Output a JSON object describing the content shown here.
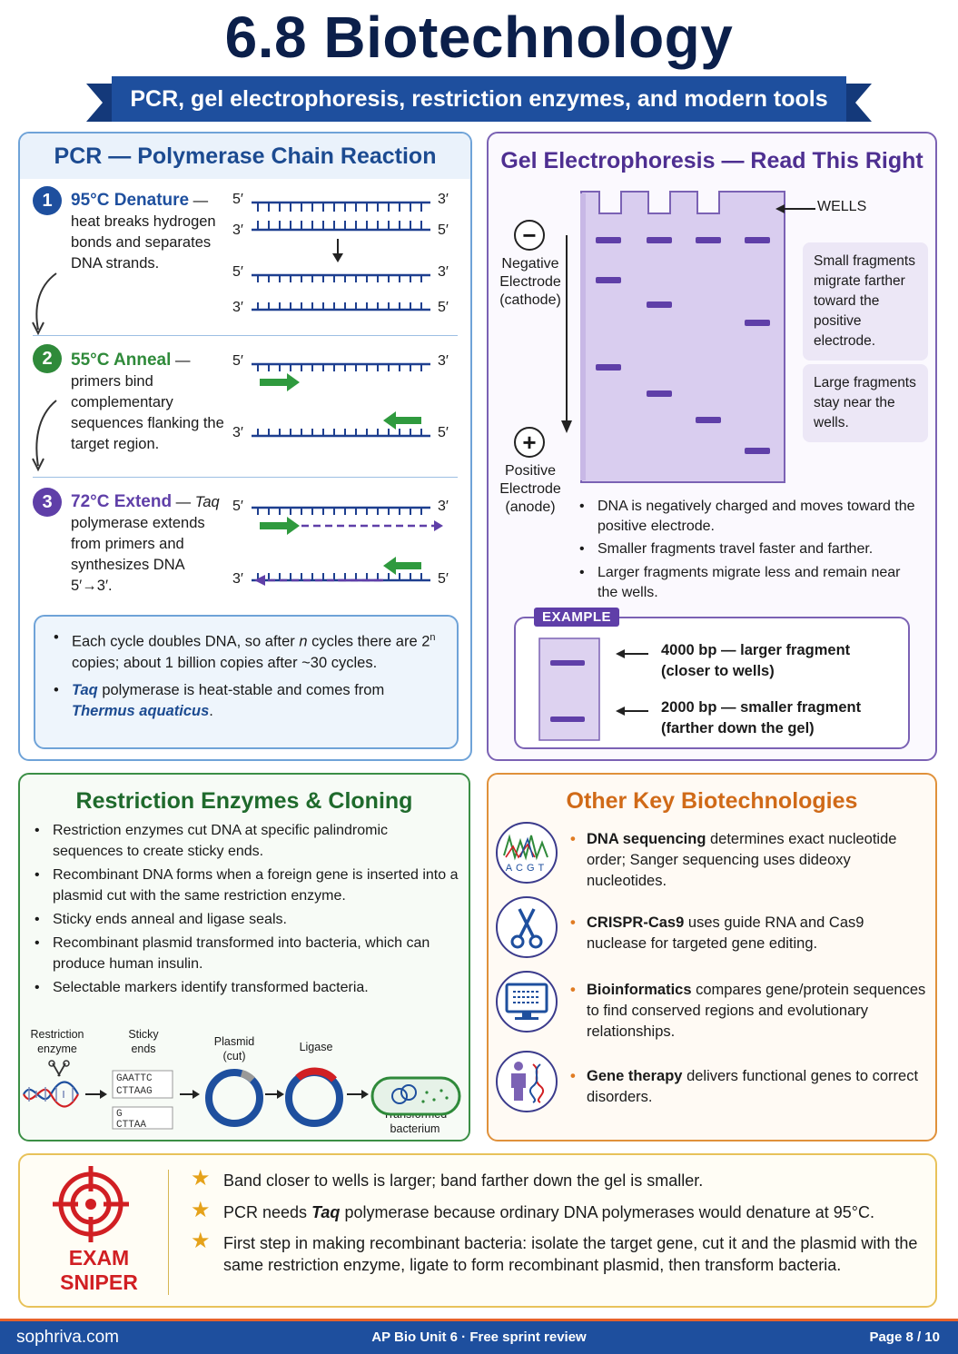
{
  "title": "6.8 Biotechnology",
  "subtitle": "PCR, gel electrophoresis, restriction enzymes, and modern tools",
  "pcr": {
    "heading": "PCR — Polymerase Chain Reaction",
    "steps": [
      {
        "num": "1",
        "head": "95°C Denature",
        "text": "heat breaks hydrogen bonds and separates DNA strands."
      },
      {
        "num": "2",
        "head": "55°C Anneal",
        "text": "primers bind complementary sequences flanking the target region."
      },
      {
        "num": "3",
        "head": "72°C Extend",
        "text_it": "Taq",
        "text": "polymerase extends from primers and synthesizes DNA 5′→3′."
      }
    ],
    "strand_labels": {
      "five": "5′",
      "three": "3′"
    },
    "info": {
      "b1_pre": "Each cycle doubles DNA, so after",
      "b1_n": "n",
      "b1_mid": "cycles there are 2",
      "b1_sup": "n",
      "b1_post": "copies; about 1 billion copies after ~30 cycles.",
      "b2_taq": "Taq",
      "b2_mid": "polymerase is heat-stable and comes from",
      "b2_org": "Thermus aquaticus",
      "b2_end": "."
    }
  },
  "gel": {
    "heading": "Gel Electrophoresis — Read This Right",
    "wells_label": "WELLS",
    "neg_symbol": "−",
    "neg_label": "Negative Electrode (cathode)",
    "pos_symbol": "+",
    "pos_label": "Positive Electrode (anode)",
    "note_small": "Small fragments migrate farther toward the positive electrode.",
    "note_large": "Large fragments stay near the wells.",
    "bullets": [
      "DNA is negatively charged and moves toward the positive electrode.",
      "Smaller fragments travel faster and farther.",
      "Larger fragments migrate less and remain near the wells."
    ],
    "example": {
      "tag": "EXAMPLE",
      "line1a": "4000 bp — larger fragment",
      "line1b": "(closer to wells)",
      "line2a": "2000 bp — smaller fragment",
      "line2b": "(farther down the gel)"
    }
  },
  "restriction": {
    "heading": "Restriction Enzymes & Cloning",
    "bullets": [
      "Restriction enzymes cut DNA at specific palindromic sequences to create sticky ends.",
      "Recombinant DNA forms when a foreign gene is inserted into a plasmid cut with the same restriction enzyme.",
      "Sticky ends anneal and ligase seals.",
      "Recombinant plasmid transformed into bacteria, which can produce human insulin.",
      "Selectable markers identify transformed bacteria."
    ],
    "diagram": {
      "enzyme": "Restriction enzyme",
      "sticky": "Sticky ends",
      "plasmid": "Plasmid (cut)",
      "ligase": "Ligase",
      "bacterium": "Transformed bacterium",
      "seq_top": "GAATTC",
      "seq_bot": "CTTAAG",
      "seq2_top": "G",
      "seq2_bot": "CTTAA"
    }
  },
  "other": {
    "heading": "Other Key Biotechnologies",
    "items": [
      {
        "bold": "DNA sequencing",
        "text": "determines exact nucleotide order; Sanger sequencing uses dideoxy nucleotides.",
        "icon_label": "ACGT"
      },
      {
        "bold": "CRISPR-Cas9",
        "text": "uses guide RNA and Cas9 nuclease for targeted gene editing."
      },
      {
        "bold": "Bioinformatics",
        "text": "compares gene/protein sequences to find conserved regions and evolutionary relationships."
      },
      {
        "bold": "Gene therapy",
        "text": "delivers functional genes to correct disorders."
      }
    ]
  },
  "exam": {
    "label": "EXAM SNIPER",
    "items": [
      {
        "pre": "Band closer to wells is larger; band farther down the gel is smaller."
      },
      {
        "pre": "PCR needs",
        "it": "Taq",
        "post": "polymerase because ordinary DNA polymerases would denature at 95°C."
      },
      {
        "pre": "First step in making recombinant bacteria: isolate the target gene, cut it and the plasmid with the same restriction enzyme, ligate to form recombinant plasmid, then transform bacteria."
      }
    ]
  },
  "footer": {
    "site": "sophriva.com",
    "center": "AP Bio Unit 6 · Free sprint review",
    "page": "Page 8 / 10"
  },
  "colors": {
    "navy": "#0b1f4a",
    "blue": "#1e4f9e",
    "purple": "#5f3fa8",
    "green": "#2f8a3a",
    "orange": "#e07b22",
    "red": "#d11f23"
  }
}
